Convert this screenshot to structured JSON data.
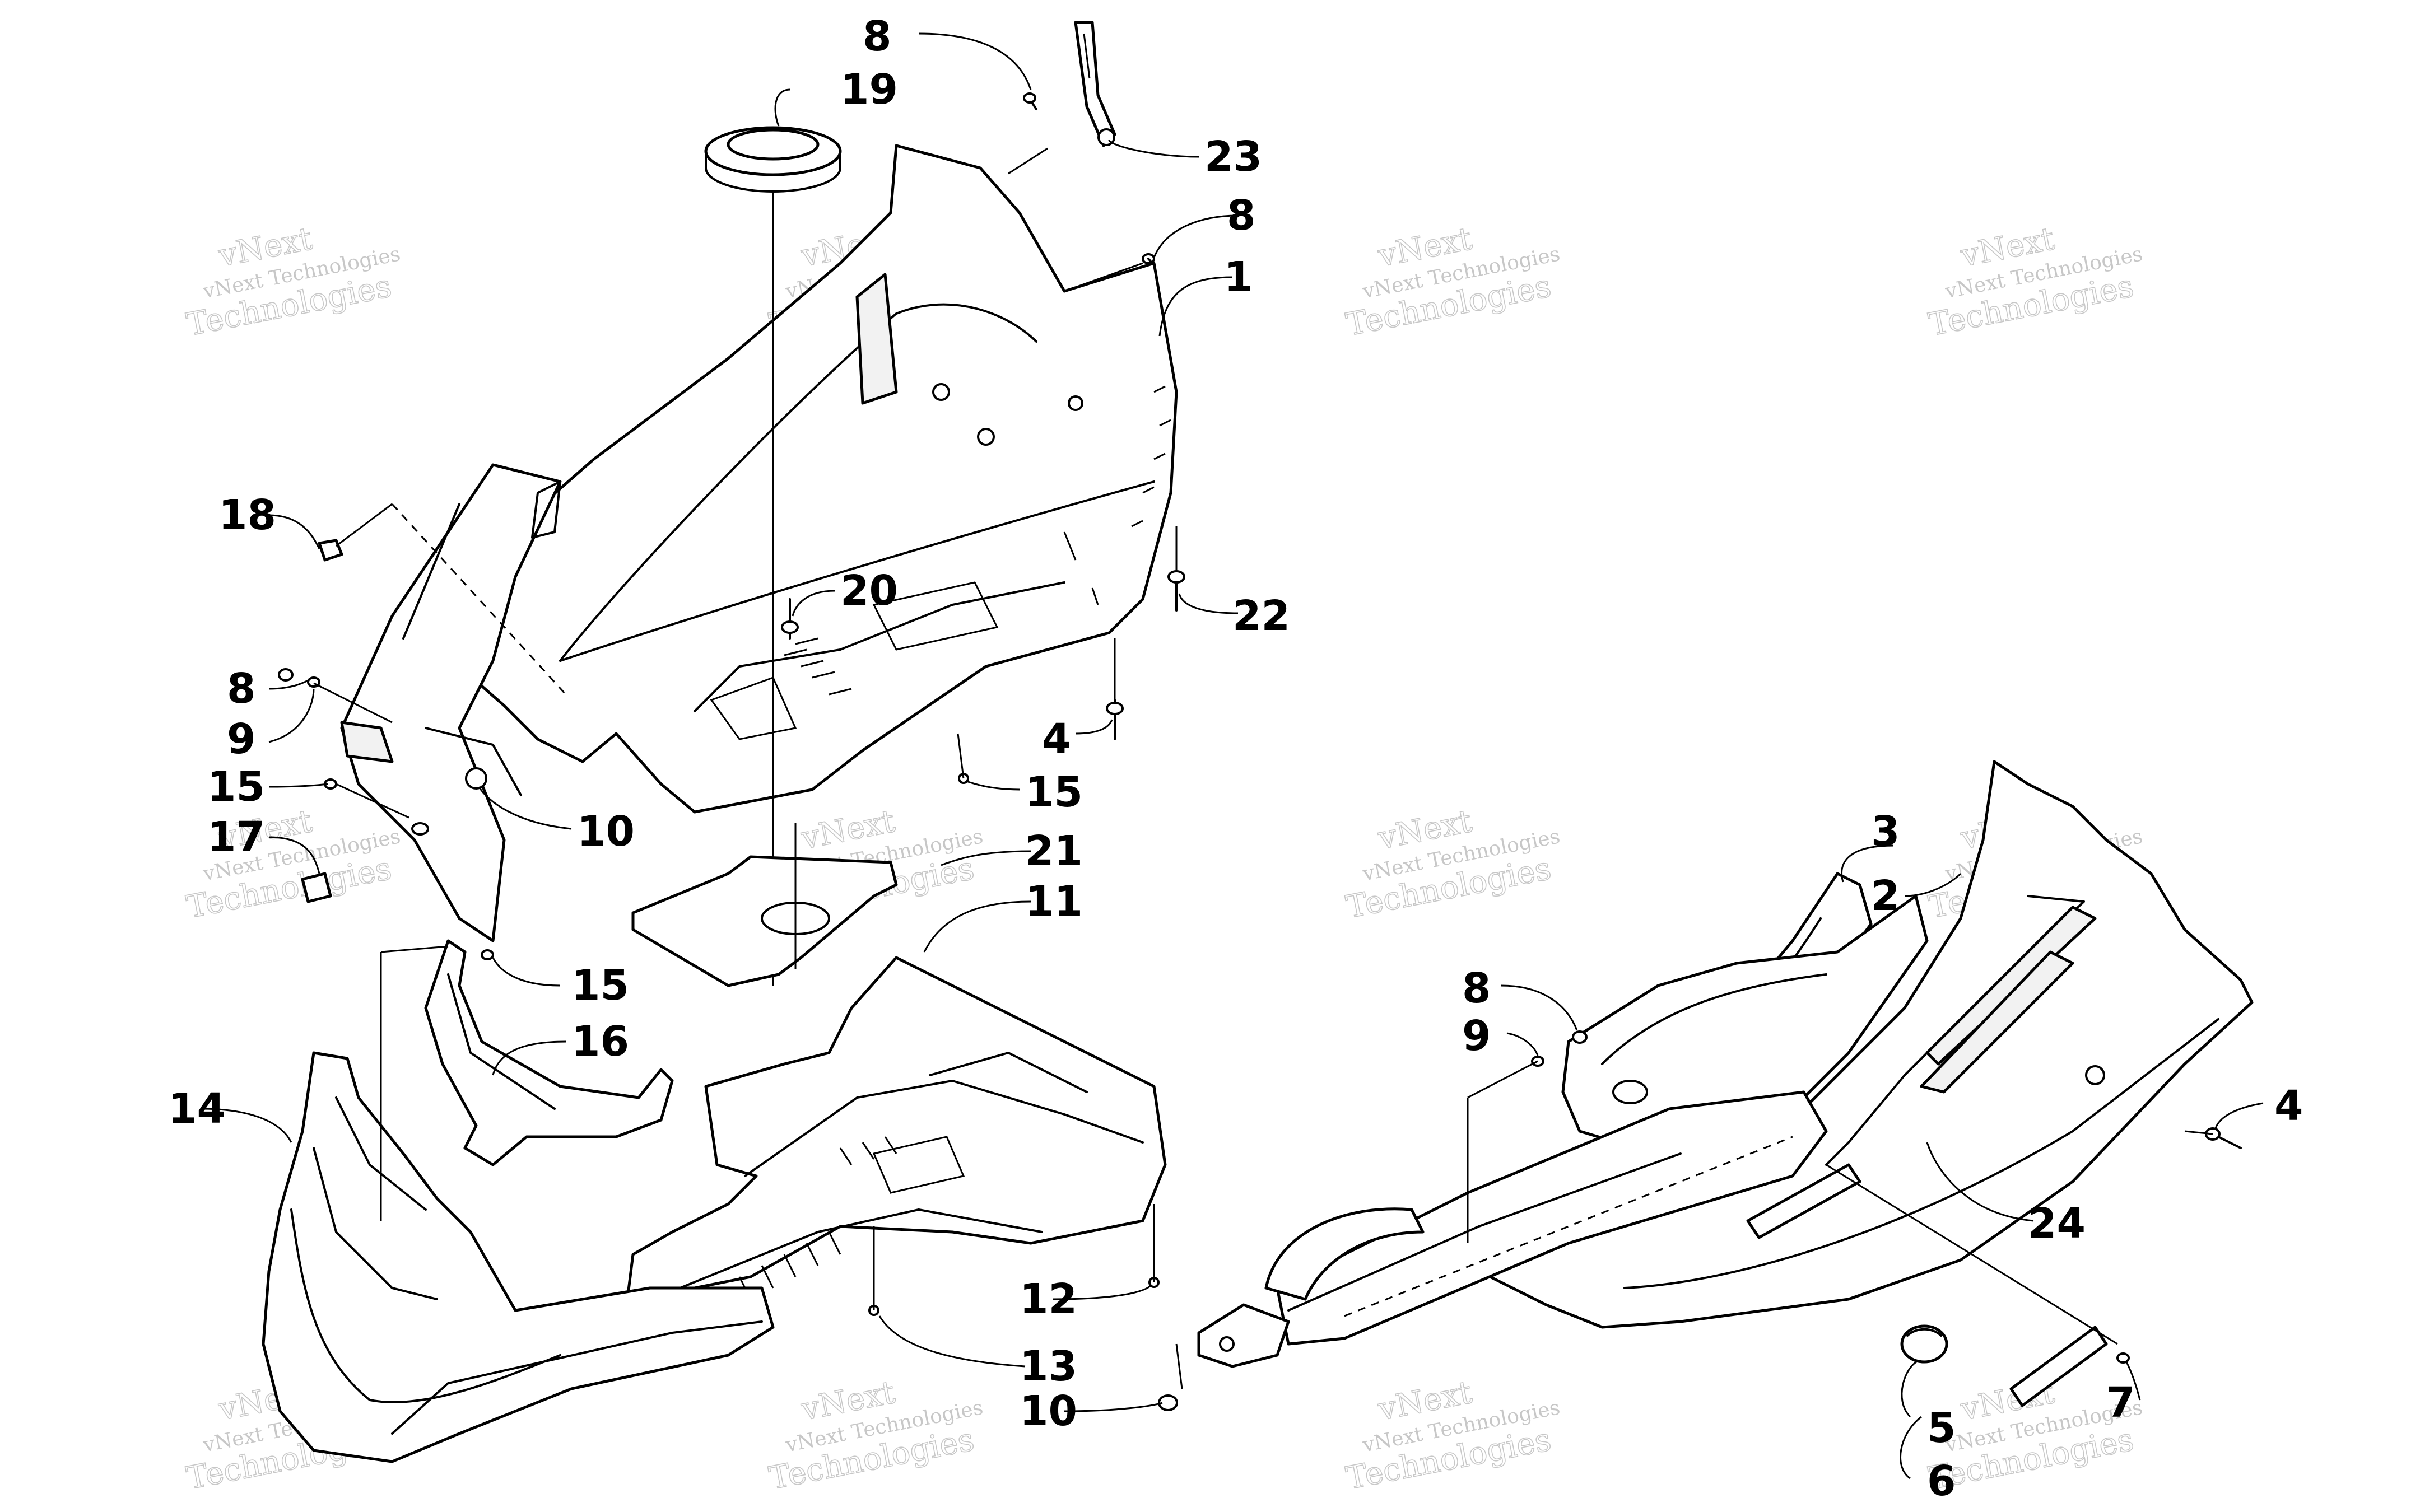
{
  "callouts": {
    "c1": "1",
    "c2": "2",
    "c3": "3",
    "c4a": "4",
    "c4b": "4",
    "c5": "5",
    "c6": "6",
    "c7": "7",
    "c8a": "8",
    "c8b": "8",
    "c8c": "8",
    "c8d": "8",
    "c9a": "9",
    "c9b": "9",
    "c10a": "10",
    "c10b": "10",
    "c11": "11",
    "c12": "12",
    "c13": "13",
    "c14": "14",
    "c15a": "15",
    "c15b": "15",
    "c15c": "15",
    "c16": "16",
    "c17": "17",
    "c18": "18",
    "c19": "19",
    "c20": "20",
    "c21": "21",
    "c22": "22",
    "c23": "23",
    "c24": "24"
  },
  "watermark": {
    "line_small": "vNext Technologies",
    "line_big_1": "vNext",
    "line_big_2": "Technologies"
  }
}
